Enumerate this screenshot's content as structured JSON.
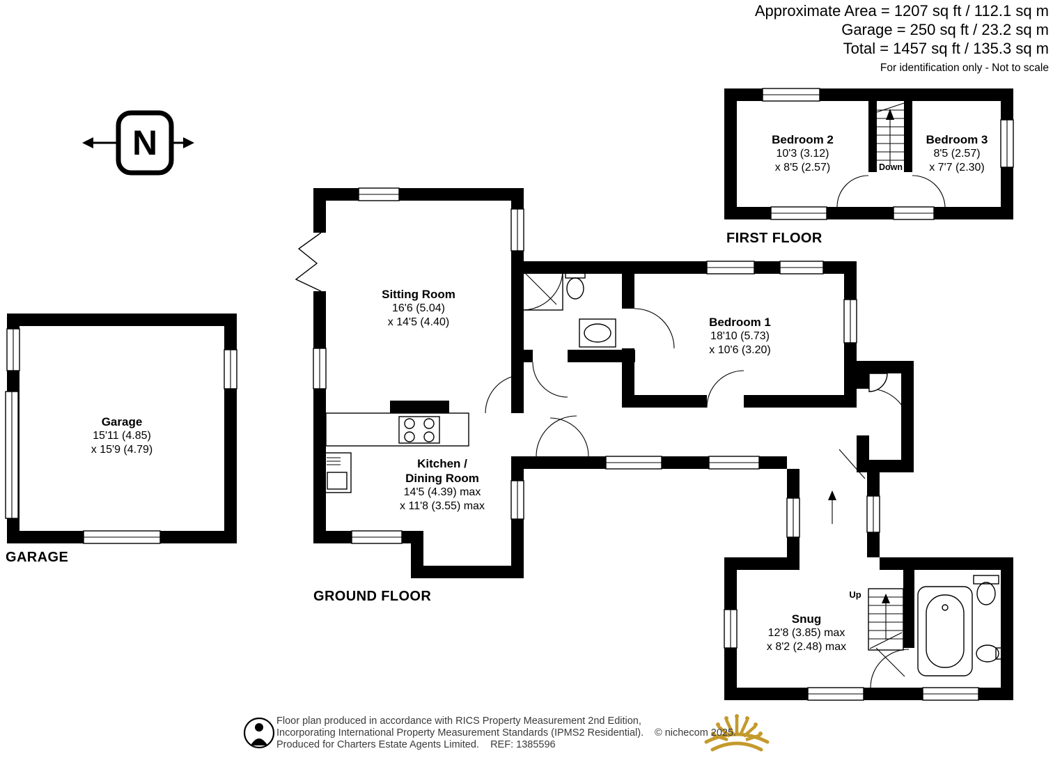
{
  "header": {
    "line1": "Approximate Area = 1207 sq ft / 112.1 sq m",
    "line2": "Garage = 250 sq ft / 23.2 sq m",
    "line3": "Total = 1457 sq ft / 135.3 sq m",
    "disclaimer": "For identification only - Not to scale"
  },
  "compass": {
    "letter": "N"
  },
  "labels": {
    "first_floor": "FIRST FLOOR",
    "ground_floor": "GROUND FLOOR",
    "garage": "GARAGE",
    "down": "Down",
    "up": "Up"
  },
  "rooms": {
    "sitting": {
      "name": "Sitting Room",
      "dim1": "16'6 (5.04)",
      "dim2": "x 14'5 (4.40)"
    },
    "kitchen": {
      "name1": "Kitchen /",
      "name2": "Dining Room",
      "dim1": "14'5 (4.39) max",
      "dim2": "x 11'8 (3.55) max"
    },
    "bedroom1": {
      "name": "Bedroom 1",
      "dim1": "18'10 (5.73)",
      "dim2": "x 10'6 (3.20)"
    },
    "bedroom2": {
      "name": "Bedroom 2",
      "dim1": "10'3 (3.12)",
      "dim2": "x 8'5 (2.57)"
    },
    "bedroom3": {
      "name": "Bedroom 3",
      "dim1": "8'5 (2.57)",
      "dim2": "x 7'7 (2.30)"
    },
    "garage": {
      "name": "Garage",
      "dim1": "15'11 (4.85)",
      "dim2": "x 15'9 (4.79)"
    },
    "snug": {
      "name": "Snug",
      "dim1": "12'8 (3.85) max",
      "dim2": "x 8'2 (2.48) max"
    }
  },
  "footer": {
    "line1": "Floor plan produced in accordance with RICS Property Measurement 2nd Edition,",
    "line2": "Incorporating International Property Measurement Standards (IPMS2 Residential).",
    "copyright": "© nichecom 2025.",
    "line3": "Produced for Charters Estate Agents Limited.    REF: 1385596"
  },
  "colors": {
    "wall": "#000000",
    "crown_gold": "#c49a2c"
  }
}
